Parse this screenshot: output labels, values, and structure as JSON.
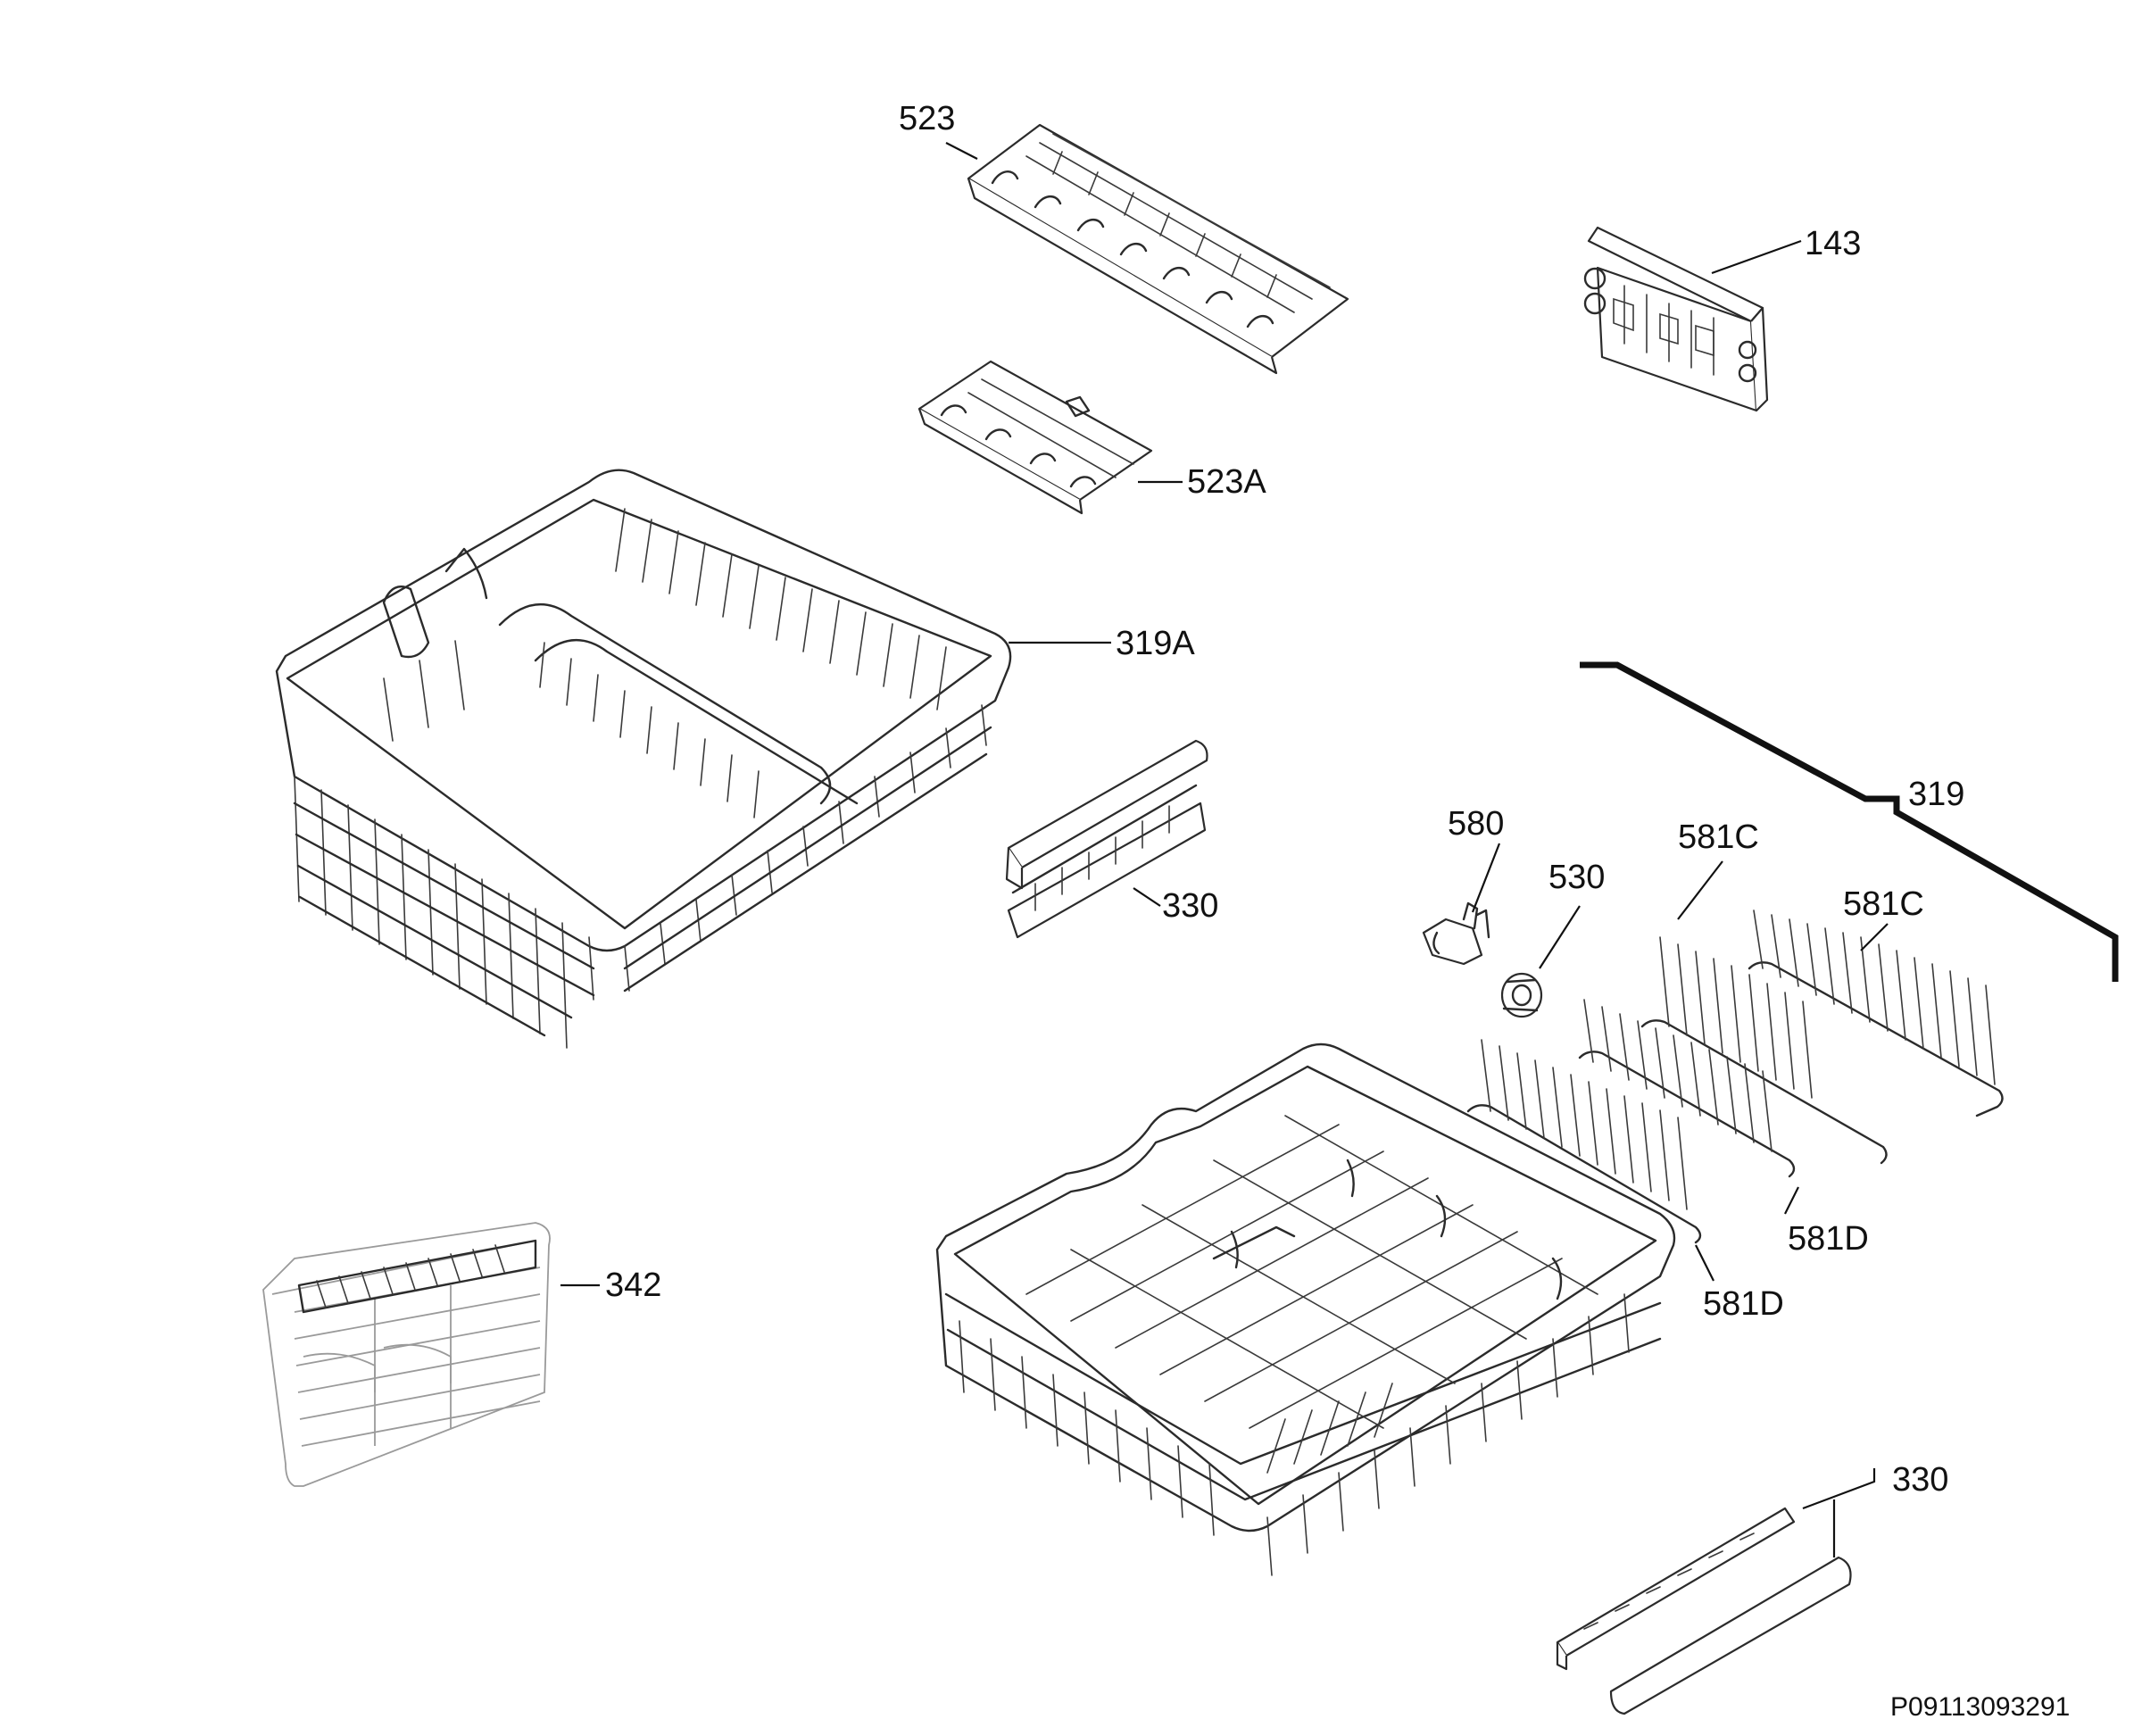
{
  "figure": {
    "code": "P09113093291"
  },
  "callouts": [
    {
      "key": "c523",
      "label": "523"
    },
    {
      "key": "c143",
      "label": "143"
    },
    {
      "key": "c523a",
      "label": "523A"
    },
    {
      "key": "c319a",
      "label": "319A"
    },
    {
      "key": "c319",
      "label": "319"
    },
    {
      "key": "c580",
      "label": "580"
    },
    {
      "key": "c530",
      "label": "530"
    },
    {
      "key": "c581c1",
      "label": "581C"
    },
    {
      "key": "c581c2",
      "label": "581C"
    },
    {
      "key": "c330a",
      "label": "330"
    },
    {
      "key": "c342",
      "label": "342"
    },
    {
      "key": "c581d1",
      "label": "581D"
    },
    {
      "key": "c581d2",
      "label": "581D"
    },
    {
      "key": "c330b",
      "label": "330"
    }
  ],
  "parts": [
    {
      "key": "upper-basket",
      "icon": "dish-rack-upper-icon"
    },
    {
      "key": "lower-basket",
      "icon": "dish-rack-lower-icon"
    },
    {
      "key": "cutlery-basket",
      "icon": "cutlery-basket-icon"
    },
    {
      "key": "cup-shelf-large",
      "icon": "cup-shelf-icon"
    },
    {
      "key": "cup-shelf-small",
      "icon": "cup-shelf-icon"
    },
    {
      "key": "height-adjuster",
      "icon": "rack-adjuster-icon"
    },
    {
      "key": "rail-upper",
      "icon": "rail-icon"
    },
    {
      "key": "rail-lower",
      "icon": "rail-icon"
    },
    {
      "key": "runner-rail",
      "icon": "runner-rail-icon"
    },
    {
      "key": "clip",
      "icon": "clip-icon"
    },
    {
      "key": "wheel",
      "icon": "wheel-icon"
    },
    {
      "key": "tine-rows",
      "icon": "tine-row-icon"
    }
  ]
}
